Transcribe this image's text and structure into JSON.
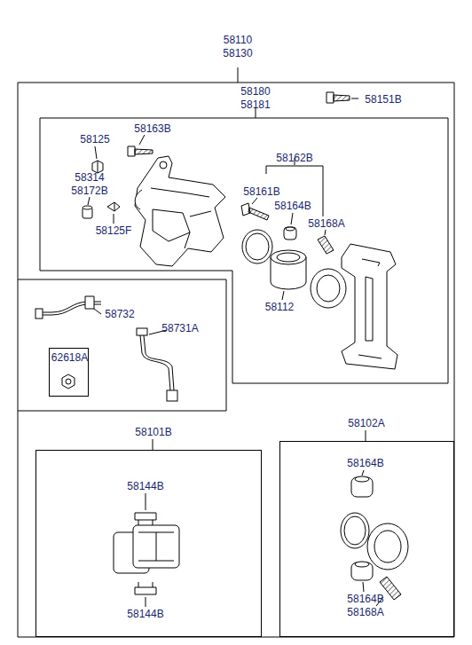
{
  "diagram": {
    "nodes": [
      {
        "text": [
          "58110 58130"
        ]
      },
      {
        "text": [
          "58180 58181"
        ],
        "in": 0
      },
      {
        "text": [
          "62618A"
        ]
      },
      {
        "text": [
          "58101B"
        ],
        "in": 0
      },
      {
        "text": [
          "58102A"
        ],
        "in": 0
      }
    ],
    "labels": [
      "58151B",
      "58125",
      "58163B",
      "58314",
      "58172B",
      "58125F",
      "58162B",
      "58161B",
      "58164B",
      "58168A",
      "58112",
      "58732",
      "58731A",
      "58144B",
      "58144B",
      "58164B",
      "58164B",
      "58168A"
    ]
  }
}
